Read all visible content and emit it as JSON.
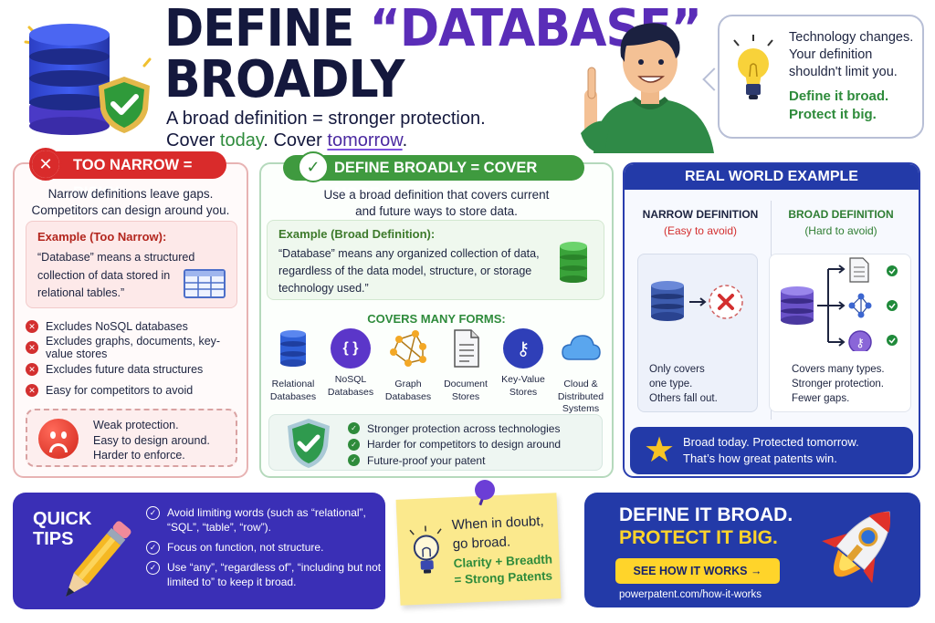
{
  "header": {
    "title_line1_prefix": "DEFINE ",
    "title_line1_highlight": "“DATABASE”",
    "title_line2": "BROADLY",
    "subtitle_line1": "A broad definition = stronger protection.",
    "subtitle_line2_part1": "Cover ",
    "subtitle_line2_today": "today",
    "subtitle_line2_part2": ". Cover ",
    "subtitle_line2_tomorrow": "tomorrow",
    "subtitle_line2_end": ".",
    "hero_icon": "database-shield-icon"
  },
  "speech_bubble": {
    "line1": "Technology changes.",
    "line2": "Your definition",
    "line3": "shouldn't limit you.",
    "green_line1": "Define it broad.",
    "green_line2": "Protect it big.",
    "icon": "lightbulb-icon"
  },
  "narrow_card": {
    "badge": "TOO NARROW = RISKY",
    "intro_line1": "Narrow definitions leave gaps.",
    "intro_line2": "Competitors can design around you.",
    "example_heading": "Example (Too Narrow):",
    "example_text": "“Database” means a structured collection of data stored in relational tables.”",
    "list": [
      "Excludes NoSQL databases",
      "Excludes graphs, documents, key-value stores",
      "Excludes future data structures",
      "Easy for competitors to avoid"
    ],
    "warning_line1": "Weak protection.",
    "warning_line2": "Easy to design around.",
    "warning_line3": "Harder to enforce."
  },
  "broad_card": {
    "badge": "DEFINE BROADLY = COVER MORE",
    "intro_line1": "Use a broad definition that covers current",
    "intro_line2": "and future ways to store data.",
    "example_heading": "Example (Broad Definition):",
    "example_text": "“Database” means any organized collection of data, regardless of the data model, structure, or storage technology used.”",
    "forms_title": "COVERS MANY FORMS:",
    "forms": [
      {
        "line1": "Relational",
        "line2": "Databases",
        "line3": "",
        "icon": "database-icon"
      },
      {
        "line1": "NoSQL",
        "line2": "Databases",
        "line3": "",
        "icon": "braces-icon"
      },
      {
        "line1": "Graph",
        "line2": "Databases",
        "line3": "",
        "icon": "graph-icon"
      },
      {
        "line1": "Document",
        "line2": "Stores",
        "line3": "",
        "icon": "document-icon"
      },
      {
        "line1": "Key-Value",
        "line2": "Stores",
        "line3": "",
        "icon": "key-icon"
      },
      {
        "line1": "Cloud &",
        "line2": "Distributed",
        "line3": "Systems",
        "icon": "cloud-icon"
      }
    ],
    "benefits": [
      "Stronger protection across technologies",
      "Harder for competitors to design around",
      "Future-proof your patent"
    ]
  },
  "real_world": {
    "title": "REAL WORLD EXAMPLE",
    "narrow_heading": "NARROW DEFINITION",
    "narrow_sub": "(Easy to avoid)",
    "narrow_text_line1": "Only covers",
    "narrow_text_line2": "one type.",
    "narrow_text_line3": "Others fall out.",
    "broad_heading": "BROAD DEFINITION",
    "broad_sub": "(Hard to avoid)",
    "broad_text_line1": "Covers many types.",
    "broad_text_line2": "Stronger protection.",
    "broad_text_line3": "Fewer gaps.",
    "banner_line1": "Broad today. Protected tomorrow.",
    "banner_line2": "That’s how great patents win."
  },
  "quick_tips": {
    "title_line1": "QUICK",
    "title_line2": "TIPS",
    "tips": [
      "Avoid limiting words (such as “relational”, “SQL”, “table”, “row”).",
      "Focus on function, not structure.",
      "Use “any”, “regardless of”, “including but not limited to” to keep it broad."
    ]
  },
  "sticky_note": {
    "line1": "When in doubt,",
    "line2": "go broad.",
    "green_line1": "Clarity + Breadth",
    "green_line2": "= Strong Patents"
  },
  "cta": {
    "line1": "DEFINE IT BROAD.",
    "line2": "PROTECT IT BIG.",
    "button": "SEE HOW IT WORKS →",
    "url": "powerpatent.com/how-it-works"
  },
  "colors": {
    "navy": "#14183d",
    "purple": "#5a2db8",
    "green": "#2e8b3b",
    "red": "#d92b2b",
    "blue": "#233aa8",
    "yellow": "#ffd42a"
  }
}
